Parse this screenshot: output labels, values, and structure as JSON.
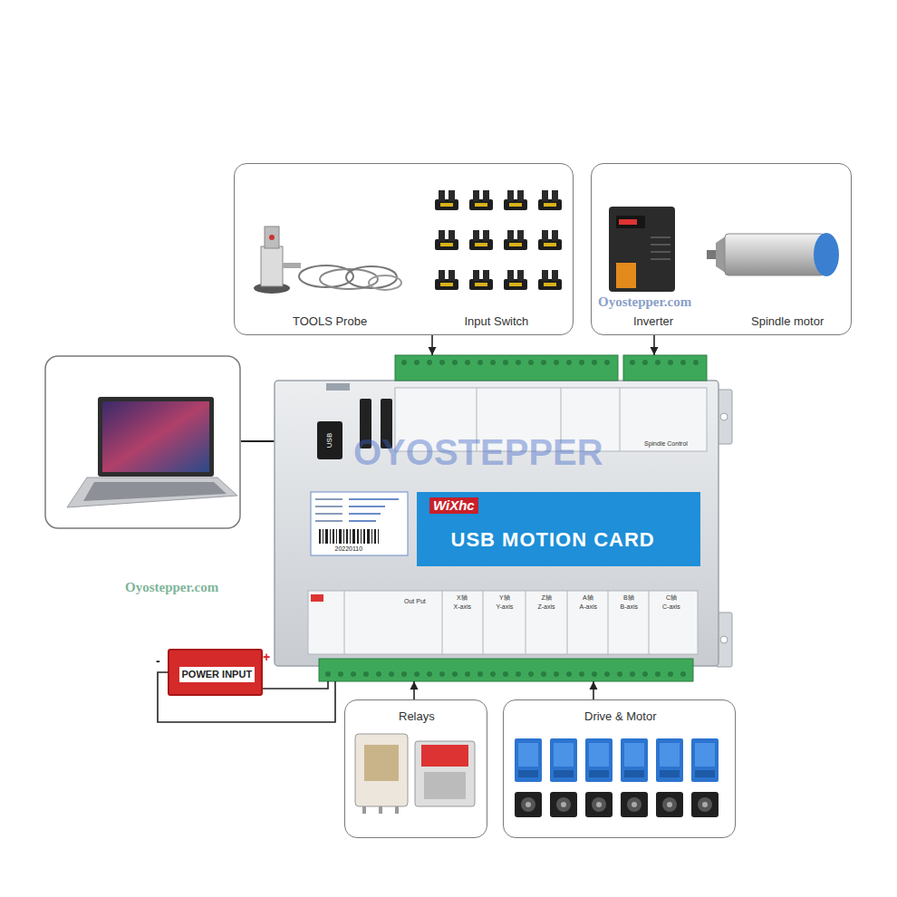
{
  "diagram": {
    "nodes": [
      {
        "text": [
          "TOOLS Probe",
          "Input Switch"
        ]
      },
      {
        "text": [
          "Inverter",
          "Spindle motor"
        ]
      },
      {
        "text": [
          "USB"
        ]
      },
      {
        "text": [
          "WiXhc",
          "USB MOTION CARD"
        ],
        "in": 2
      },
      {
        "text": [
          "POWER INPUT"
        ]
      },
      {
        "text": [
          "Relays"
        ]
      },
      {
        "text": [
          "Drive & Motor"
        ]
      }
    ],
    "edges": [
      {
        "from": 0,
        "to": 2,
        "arrow": "to"
      },
      {
        "from": 1,
        "to": 2,
        "arrow": "to"
      },
      {
        "from": 4,
        "to": 2,
        "arrow": "none"
      },
      {
        "from": 4,
        "to": 2,
        "arrow": "none"
      },
      {
        "from": 5,
        "to": 2,
        "arrow": "to"
      },
      {
        "from": 6,
        "to": 2,
        "arrow": "to"
      }
    ],
    "labels": [
      "-",
      "+",
      "Oyostepper.com",
      "Oyostepper.com",
      "OYOSTEPPER",
      "Spindle Control",
      "Out Put",
      "X轴",
      "X-axis",
      "Y轴",
      "Y-axis",
      "Z轴",
      "Z-axis",
      "A轴",
      "A-axis",
      "B轴",
      "B-axis",
      "C轴",
      "C-axis",
      "20220110"
    ]
  }
}
